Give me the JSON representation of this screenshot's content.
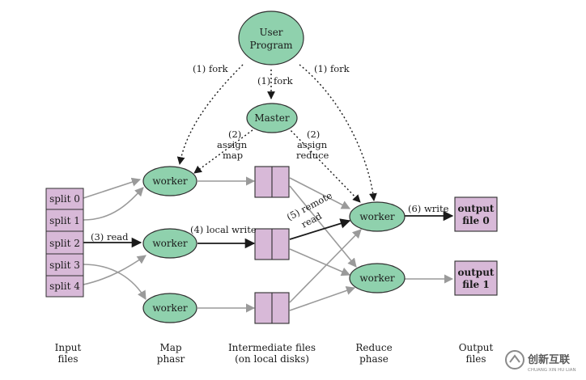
{
  "nodes": {
    "user_program": [
      "User",
      "Program"
    ],
    "master": "Master",
    "worker": "worker",
    "splits": [
      "split 0",
      "split 1",
      "split 2",
      "split 3",
      "split 4"
    ],
    "output_0": [
      "output",
      "file 0"
    ],
    "output_1": [
      "output",
      "file 1"
    ]
  },
  "edges": {
    "fork_left": "(1) fork",
    "fork_mid": "(1) fork",
    "fork_right": "(1) fork",
    "assign_map": [
      "(2)",
      "assign",
      "map"
    ],
    "assign_reduce": [
      "(2)",
      "assign",
      "reduce"
    ],
    "read": "(3) read",
    "local_write": "(4) local write",
    "remote_read": [
      "(5) remote",
      "read"
    ],
    "write": "(6) write"
  },
  "columns": {
    "input": [
      "Input",
      "files"
    ],
    "map": [
      "Map",
      "phasr"
    ],
    "intermediate": [
      "Intermediate files",
      "(on local disks)"
    ],
    "reduce": [
      "Reduce",
      "phase"
    ],
    "output": [
      "Output",
      "files"
    ]
  },
  "watermark": {
    "text": "创新互联",
    "subtext": "CHUANG XIN HU LIAN"
  },
  "colors": {
    "node_fill": "#8fd1ad",
    "node_stroke": "#2f2f2f",
    "file_fill": "#d8b9d8",
    "arrow_gray": "#9a9a9a",
    "arrow_dark": "#1a1a1a"
  }
}
